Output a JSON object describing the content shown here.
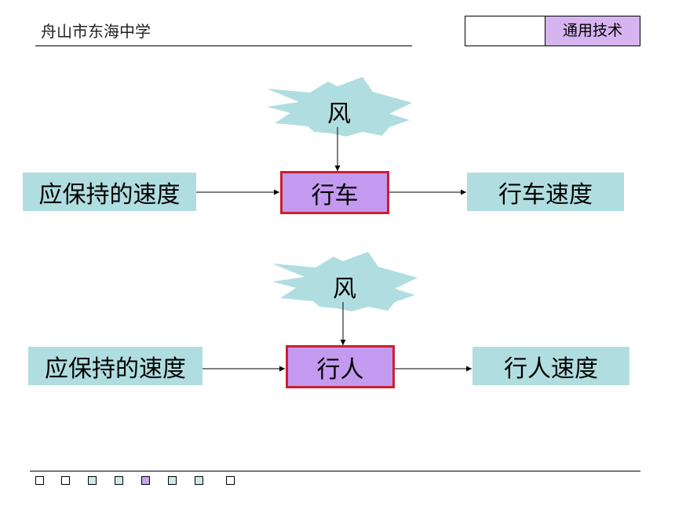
{
  "header": {
    "school": "舟山市东海中学",
    "subject": "通用技术"
  },
  "diagrams": [
    {
      "disturbance": "风",
      "input": "应保持的速度",
      "process": "行车",
      "output": "行车速度"
    },
    {
      "disturbance": "风",
      "input": "应保持的速度",
      "process": "行人",
      "output": "行人速度"
    }
  ],
  "colors": {
    "teal_box": "#b0dde0",
    "process_fill": "#c39af0",
    "process_border": "#cc1f2f",
    "subject_fill": "#d6b4f0",
    "burst_fill": "#b0dde0"
  },
  "nav": {
    "squares": [
      "white",
      "white",
      "teal",
      "teal",
      "purple",
      "teal",
      "teal",
      "white"
    ]
  }
}
